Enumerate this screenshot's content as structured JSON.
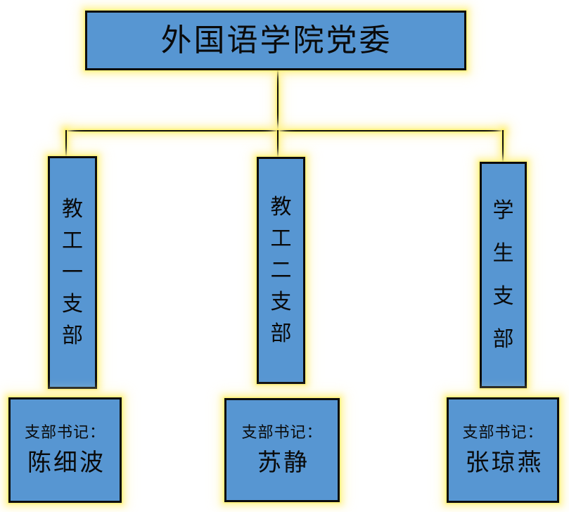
{
  "diagram": {
    "type": "org-chart",
    "root": {
      "title": "外国语学院党委"
    },
    "branches": [
      {
        "name": "教工一支部",
        "secretary_label": "支部书记：",
        "secretary_name": "陈细波"
      },
      {
        "name": "教工二支部",
        "secretary_label": "支部书记：",
        "secretary_name": "苏静"
      },
      {
        "name": "学生支部",
        "secretary_label": "支部书记：",
        "secretary_name": "张琼燕"
      }
    ]
  },
  "colors": {
    "box_fill": "#5796D2",
    "box_border": "#0d0d0d",
    "connector_line": "#0d0d0d",
    "glow": "#FFF171",
    "text": "#0a0a0a",
    "background": "#ffffff"
  }
}
